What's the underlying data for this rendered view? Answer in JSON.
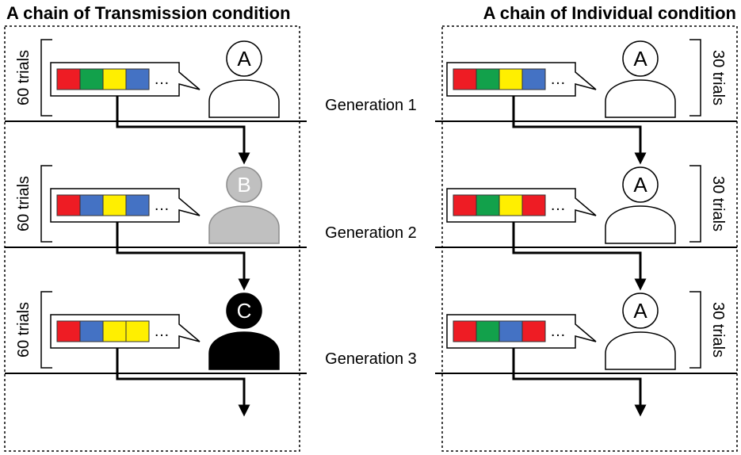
{
  "titles": {
    "left": "A chain of Transmission condition",
    "right": "A chain of Individual condition"
  },
  "generations": [
    {
      "label": "Generation 1",
      "left": {
        "trials": "60 trials",
        "letter": "A",
        "person_style": "outline",
        "colors": [
          "#ee1c24",
          "#12a14b",
          "#ffef00",
          "#4472c4"
        ],
        "ellipsis": "…"
      },
      "right": {
        "trials": "30 trials",
        "letter": "A",
        "person_style": "outline",
        "colors": [
          "#ee1c24",
          "#12a14b",
          "#ffef00",
          "#4472c4"
        ],
        "ellipsis": "…"
      }
    },
    {
      "label": "Generation 2",
      "left": {
        "trials": "60 trials",
        "letter": "B",
        "person_style": "gray",
        "colors": [
          "#ee1c24",
          "#4472c4",
          "#ffef00",
          "#4472c4"
        ],
        "ellipsis": "…"
      },
      "right": {
        "trials": "30 trials",
        "letter": "A",
        "person_style": "outline",
        "colors": [
          "#ee1c24",
          "#12a14b",
          "#ffef00",
          "#ee1c24"
        ],
        "ellipsis": "…"
      }
    },
    {
      "label": "Generation 3",
      "left": {
        "trials": "60 trials",
        "letter": "C",
        "person_style": "black",
        "colors": [
          "#ee1c24",
          "#4472c4",
          "#ffef00",
          "#ffef00"
        ],
        "ellipsis": "…"
      },
      "right": {
        "trials": "30 trials",
        "letter": "A",
        "person_style": "outline",
        "colors": [
          "#ee1c24",
          "#12a14b",
          "#4472c4",
          "#ee1c24"
        ],
        "ellipsis": "…"
      }
    }
  ]
}
